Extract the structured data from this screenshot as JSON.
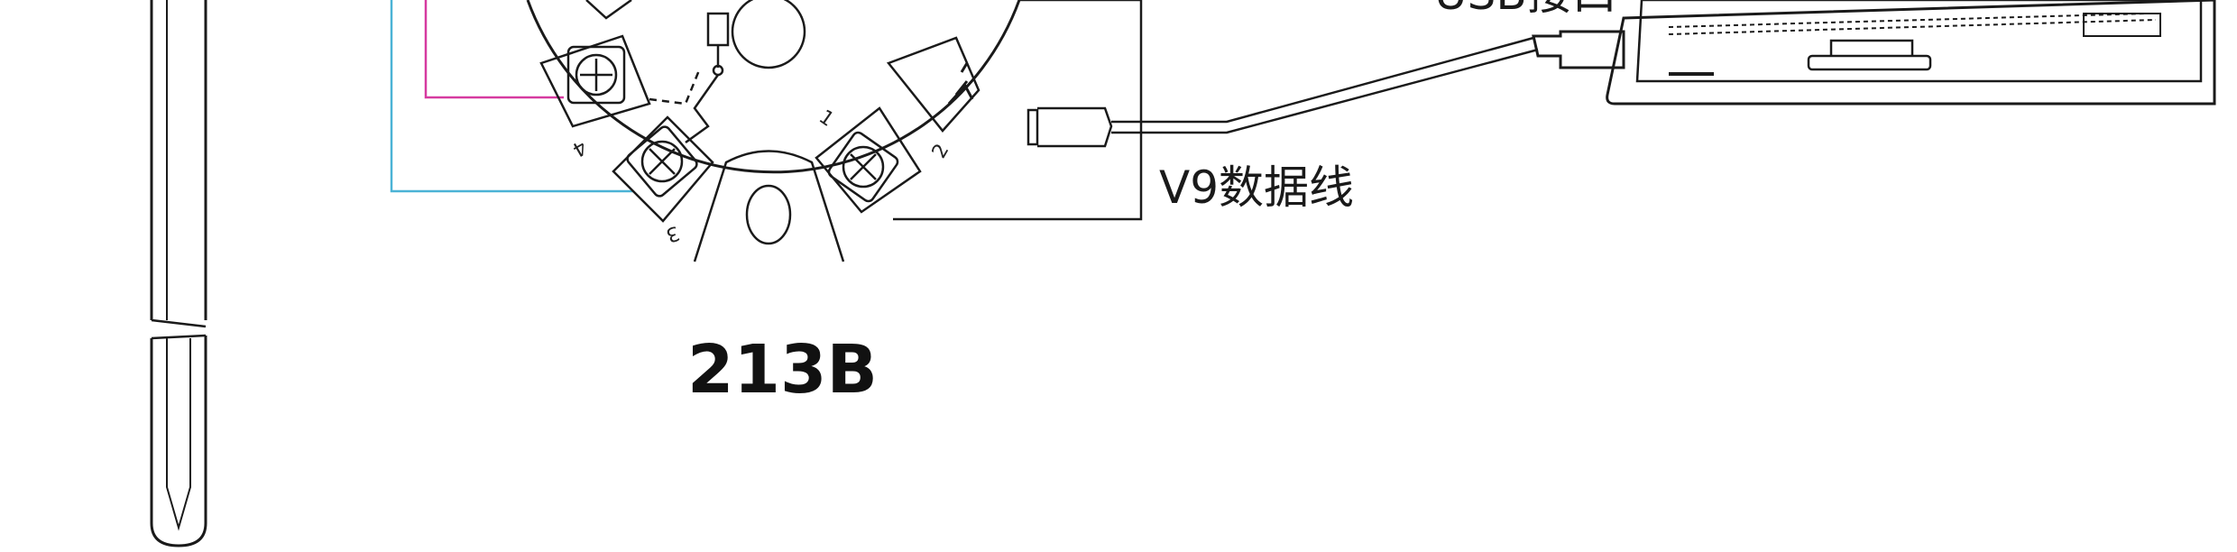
{
  "labels": {
    "usb_port": "USB接口",
    "cable": "V9数据线",
    "model": "213B"
  },
  "terminals": {
    "t2": "2",
    "t3": "3",
    "t4": "4",
    "t1": "1"
  },
  "colors": {
    "line": "#1a1a1a",
    "wire_magenta": "#d63aa0",
    "wire_cyan": "#4bb3d6"
  }
}
